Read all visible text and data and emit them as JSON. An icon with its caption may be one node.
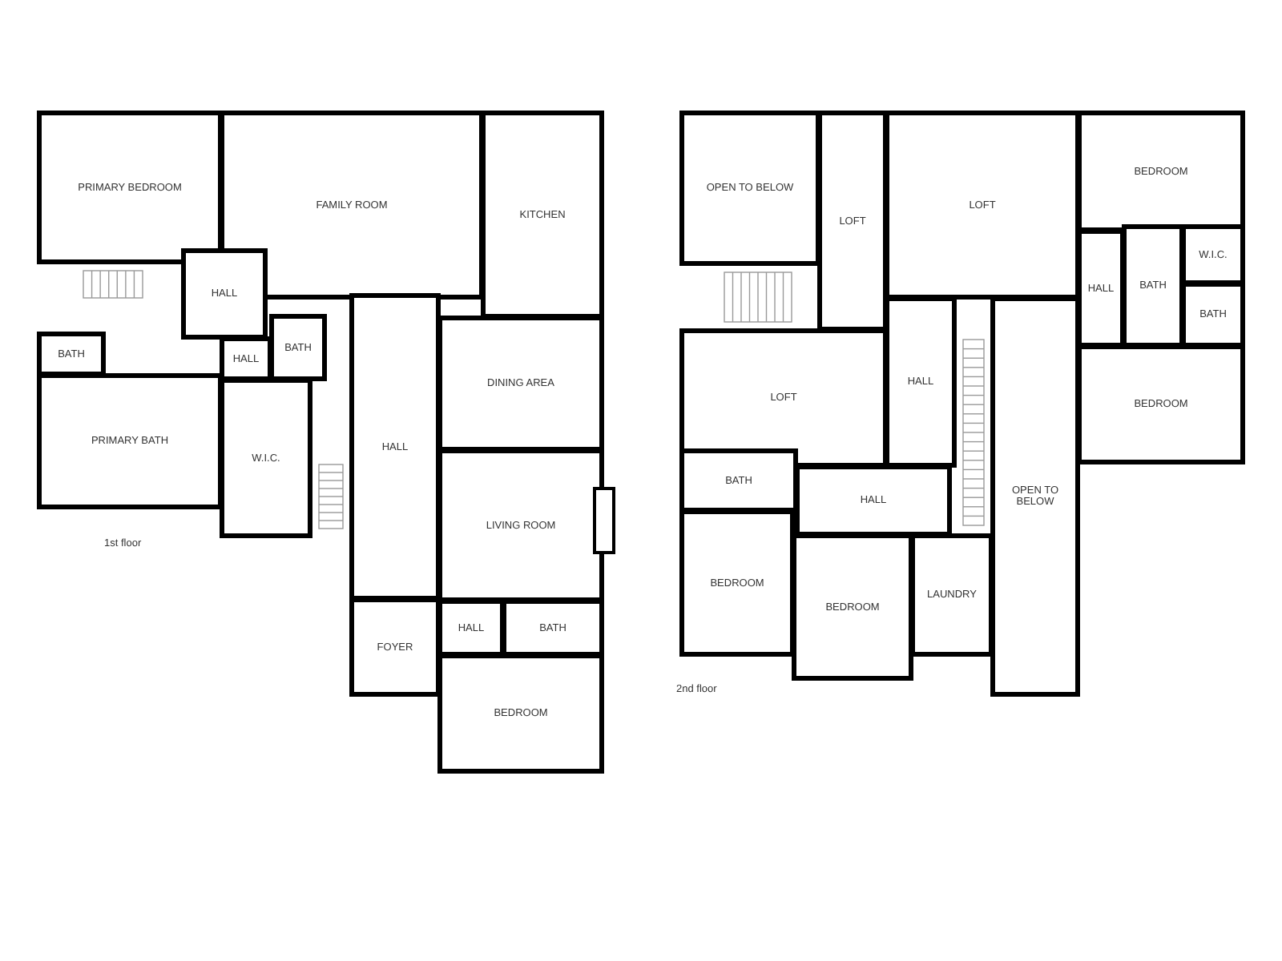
{
  "diagram": {
    "nodes": [
      {
        "text": [
          "PRIMARY BEDROOM"
        ]
      },
      {
        "text": [
          "FAMILY ROOM"
        ]
      },
      {
        "text": [
          "KITCHEN"
        ]
      },
      {
        "text": [
          "HALL"
        ]
      },
      {
        "text": [
          "BATH"
        ]
      },
      {
        "text": [
          "HALL"
        ]
      },
      {
        "text": [
          "BATH"
        ]
      },
      {
        "text": [
          "PRIMARY BATH"
        ]
      },
      {
        "text": [
          "W.I.C."
        ]
      },
      {
        "text": [
          "HALL"
        ]
      },
      {
        "text": [
          "DINING AREA"
        ]
      },
      {
        "text": [
          "LIVING ROOM"
        ]
      },
      {
        "text": [
          "HALL"
        ]
      },
      {
        "text": [
          "BATH"
        ]
      },
      {
        "text": [
          "FOYER"
        ]
      },
      {
        "text": [
          "BEDROOM"
        ]
      },
      {
        "text": [
          "OPEN TO BELOW"
        ]
      },
      {
        "text": [
          "LOFT"
        ]
      },
      {
        "text": [
          "LOFT"
        ]
      },
      {
        "text": [
          "BEDROOM"
        ]
      },
      {
        "text": [
          "W.I.C."
        ]
      },
      {
        "text": [
          "HALL"
        ]
      },
      {
        "text": [
          "BATH"
        ]
      },
      {
        "text": [
          "BATH"
        ]
      },
      {
        "text": [
          "LOFT"
        ]
      },
      {
        "text": [
          "HALL"
        ]
      },
      {
        "text": [
          "BEDROOM"
        ]
      },
      {
        "text": [
          "BATH"
        ]
      },
      {
        "text": [
          "HALL"
        ]
      },
      {
        "text": [
          "OPEN TO BELOW"
        ]
      },
      {
        "text": [
          "BEDROOM"
        ]
      },
      {
        "text": [
          "BEDROOM"
        ]
      },
      {
        "text": [
          "LAUNDRY"
        ]
      }
    ],
    "labels": [
      "1st floor",
      "2nd floor"
    ]
  }
}
